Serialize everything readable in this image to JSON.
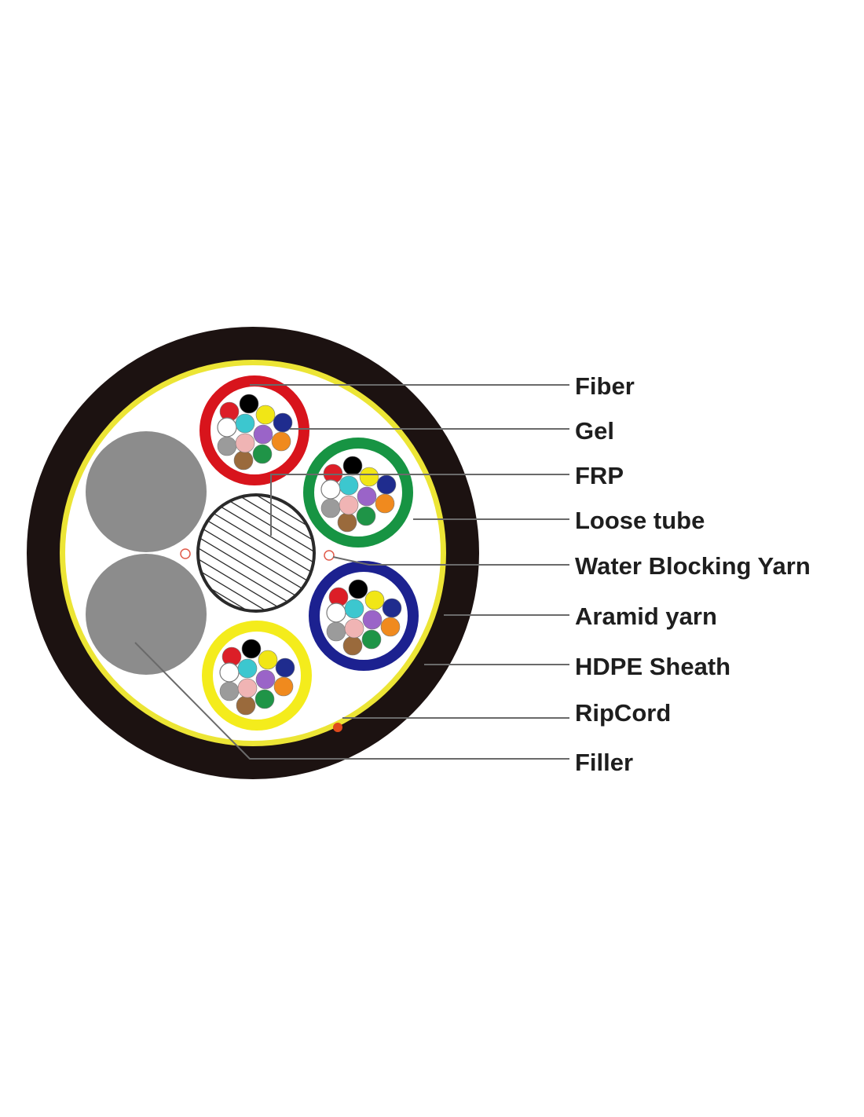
{
  "diagram": {
    "labels": [
      {
        "id": "fiber",
        "text": "Fiber"
      },
      {
        "id": "gel",
        "text": "Gel"
      },
      {
        "id": "frp",
        "text": "FRP"
      },
      {
        "id": "loose-tube",
        "text": "Loose tube"
      },
      {
        "id": "water-blocking-yarn",
        "text": "Water Blocking Yarn"
      },
      {
        "id": "aramid-yarn",
        "text": "Aramid yarn"
      },
      {
        "id": "hdpe-sheath",
        "text": "HDPE Sheath"
      },
      {
        "id": "ripcord",
        "text": "RipCord"
      },
      {
        "id": "filler",
        "text": "Filler"
      }
    ],
    "colors": {
      "sheath": "#1c1211",
      "aramid": "#ece535",
      "interior": "#ffffff",
      "filler": "#8c8c8c",
      "frp_outline": "#2a2a2a",
      "leader_line": "#6a6a6a",
      "ripcord": "#e04a1c",
      "water_blocking_yarn": "#e05a4a"
    },
    "loose_tubes": [
      {
        "name": "red-tube",
        "color": "#d8141c"
      },
      {
        "name": "green-tube",
        "color": "#179443"
      },
      {
        "name": "blue-tube",
        "color": "#1c2190"
      },
      {
        "name": "yellow-tube",
        "color": "#f4ec1c"
      }
    ],
    "fiber_colors": [
      {
        "name": "black",
        "hex": "#000000"
      },
      {
        "name": "red",
        "hex": "#dc1e27"
      },
      {
        "name": "yellow",
        "hex": "#f1e616"
      },
      {
        "name": "blue",
        "hex": "#1f2c8e"
      },
      {
        "name": "orange",
        "hex": "#f08a1e"
      },
      {
        "name": "green",
        "hex": "#1f9447"
      },
      {
        "name": "brown",
        "hex": "#9a6a3c"
      },
      {
        "name": "slate",
        "hex": "#9b9b9b"
      },
      {
        "name": "white",
        "hex": "#ffffff"
      },
      {
        "name": "aqua",
        "hex": "#3cc7cf"
      },
      {
        "name": "violet",
        "hex": "#9a64c8"
      },
      {
        "name": "rose",
        "hex": "#f0b4b4"
      }
    ]
  }
}
